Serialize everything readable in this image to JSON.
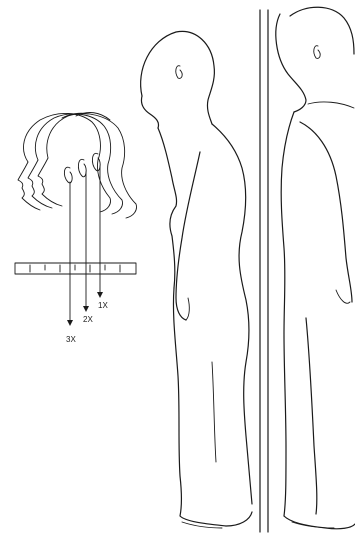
{
  "figure": {
    "markers": [
      {
        "text": "1X"
      },
      {
        "text": "2X"
      },
      {
        "text": "3X"
      }
    ]
  }
}
